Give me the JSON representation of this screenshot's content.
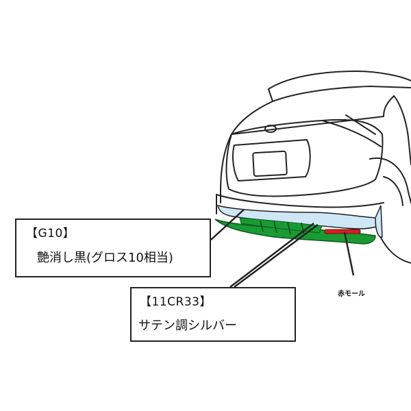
{
  "callouts": {
    "g10": {
      "code": "【G10】",
      "description": "艶消し黒(グロス10相当)"
    },
    "cr33": {
      "code": "【11CR33】",
      "description": "サテン調シルバー"
    }
  },
  "labels": {
    "red_molding": "赤モール"
  },
  "colors": {
    "silver_area": "#cfe6f7",
    "black_area": "#1a9a33",
    "red_molding": "#d12020",
    "outline": "#222222"
  }
}
